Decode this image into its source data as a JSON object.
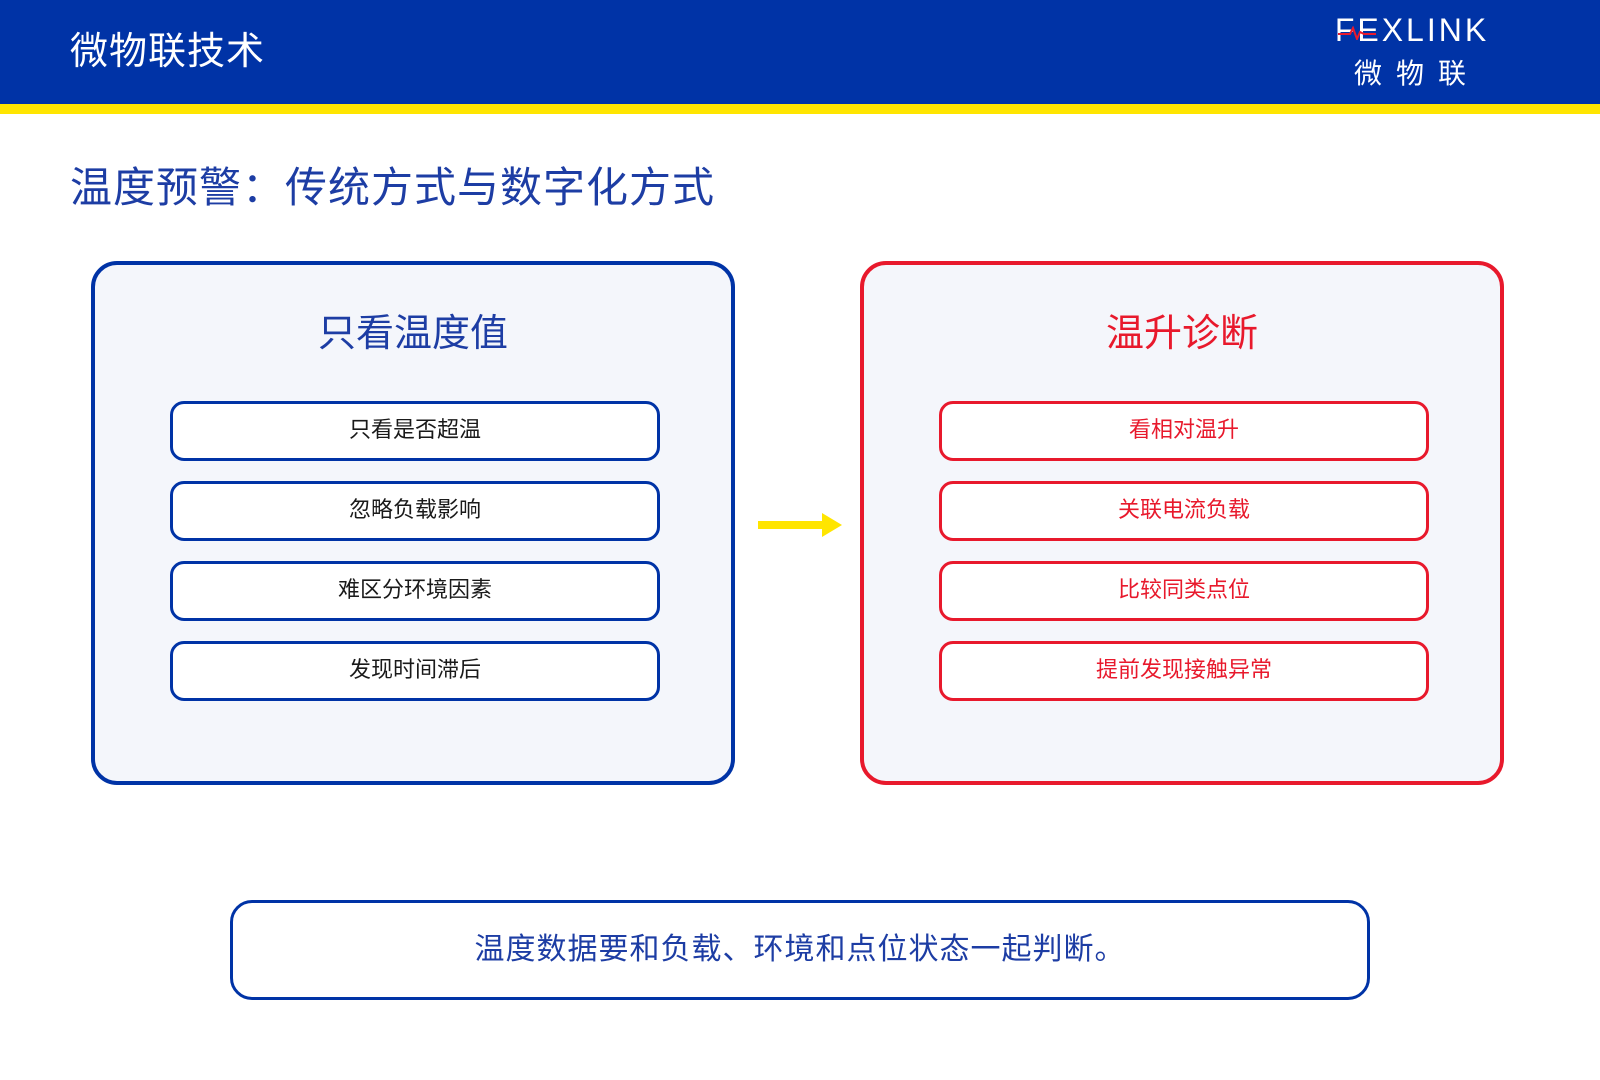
{
  "header": {
    "title": "微物联技术",
    "logo_word": "FEXLINK",
    "logo_sub": "微物联"
  },
  "page_title": "温度预警：传统方式与数字化方式",
  "traditional": {
    "title": "只看温度值",
    "items": [
      "只看是否超温",
      "忽略负载影响",
      "难区分环境因素",
      "发现时间滞后"
    ]
  },
  "digital": {
    "title": "温升诊断",
    "items": [
      "看相对温升",
      "关联电流负载",
      "比较同类点位",
      "提前发现接触异常"
    ]
  },
  "arrow": {
    "icon": "right-arrow-icon"
  },
  "summary": "温度数据要和负载、环境和点位状态一起判断。",
  "colors": {
    "brand_blue": "#0033a6",
    "accent_yellow": "#ffe500",
    "alert_red": "#e8192c",
    "panel_background": "#f4f6fb"
  }
}
